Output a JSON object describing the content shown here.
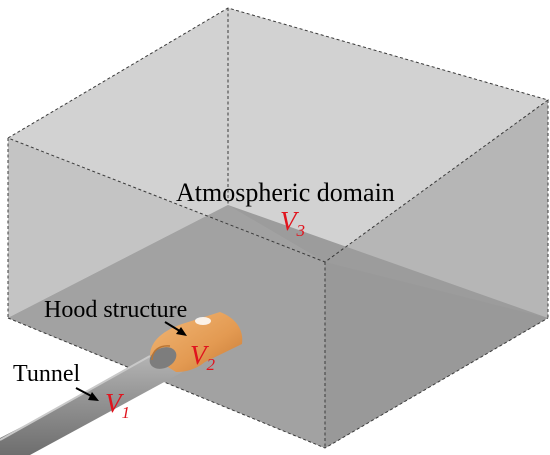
{
  "labels": {
    "atmospheric_domain": "Atmospheric domain",
    "hood_structure": "Hood structure",
    "tunnel": "Tunnel"
  },
  "volumes": {
    "v3": {
      "letter": "V",
      "subscript": "3"
    },
    "v2": {
      "letter": "V",
      "subscript": "2"
    },
    "v1": {
      "letter": "V",
      "subscript": "1"
    }
  },
  "colors": {
    "box_face_light": "#c8c8c8",
    "box_face_mid": "#bdbdbd",
    "ground": "#9a9a9a",
    "tunnel": "#8f8f8f",
    "hood": "#e6a15a",
    "volume_label": "#e0141e"
  }
}
